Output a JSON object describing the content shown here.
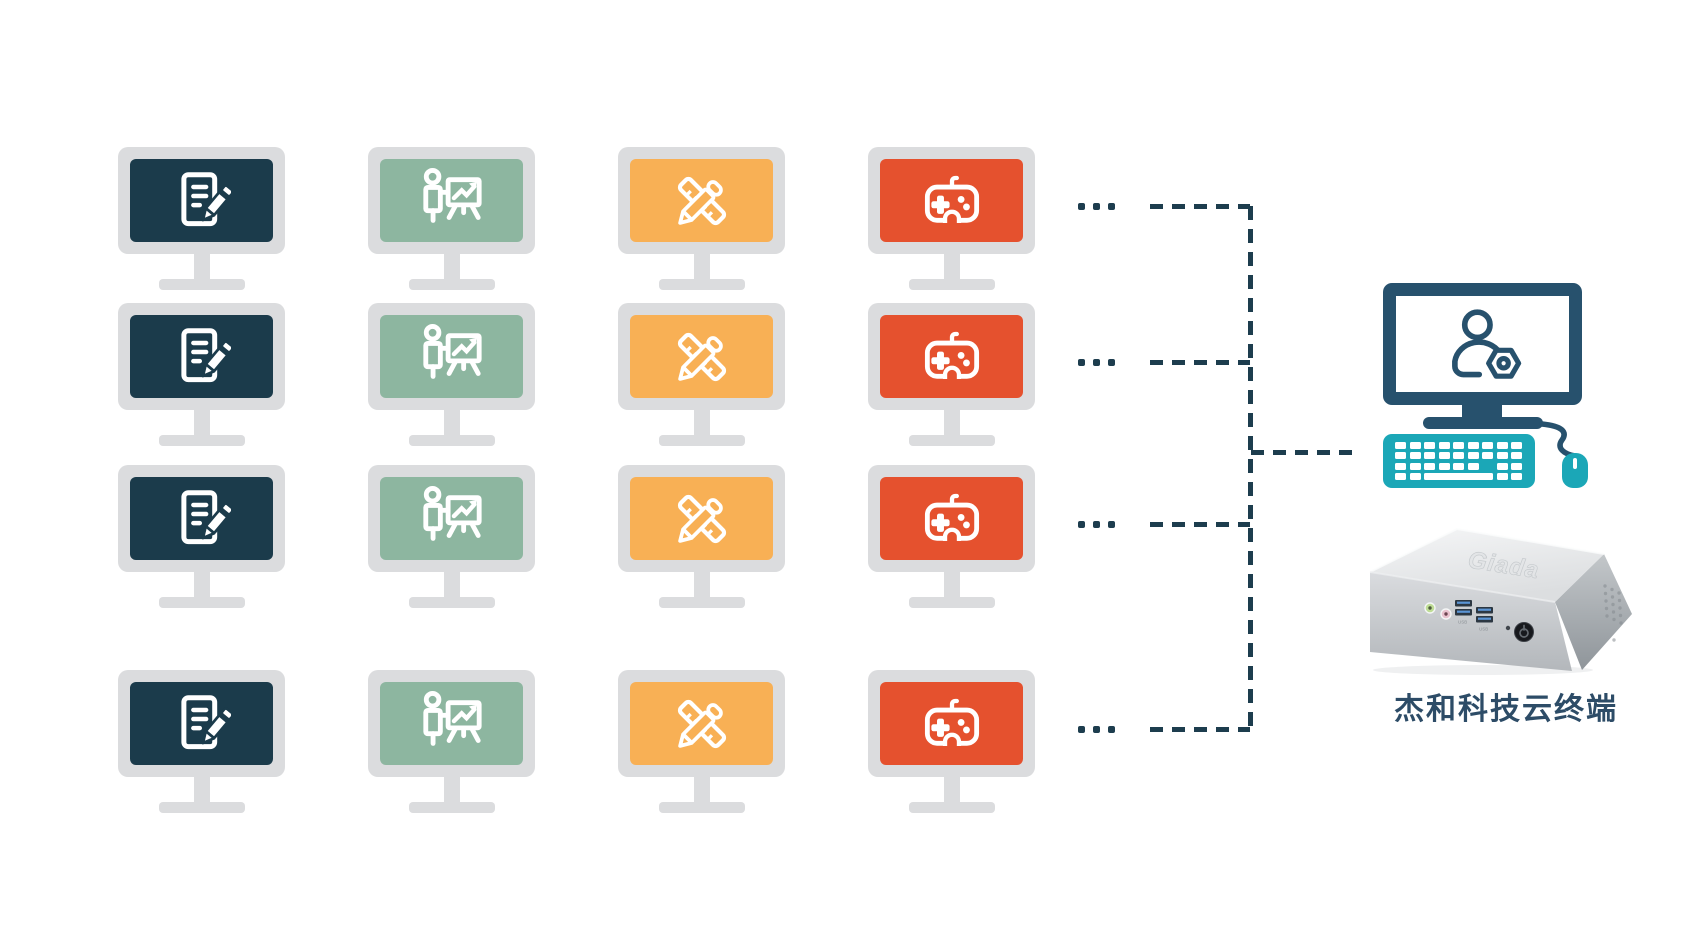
{
  "colors": {
    "background": "#ffffff",
    "bezel": "#dbdcde",
    "screen_document": "#1b3b4b",
    "screen_presentation": "#8db6a0",
    "screen_design": "#f8b055",
    "screen_gaming": "#e5512e",
    "connector": "#1d3d4e",
    "admin_navy": "#27516d",
    "teal": "#1ba7b7",
    "label_text": "#2d4c67"
  },
  "workstation_grid": {
    "rows": 4,
    "row_ellipsis": "...",
    "columns": [
      {
        "name": "document-workstation",
        "icon": "document-edit-icon"
      },
      {
        "name": "presentation-workstation",
        "icon": "presentation-chart-icon"
      },
      {
        "name": "design-workstation",
        "icon": "ruler-pencil-icon"
      },
      {
        "name": "gaming-workstation",
        "icon": "gamepad-icon"
      }
    ]
  },
  "cloud_terminal": {
    "label": "杰和科技云终端",
    "admin_monitor_icon": "user-settings-icon",
    "device_logo": "Giada",
    "port_labels": [
      "USB",
      "USB"
    ]
  }
}
